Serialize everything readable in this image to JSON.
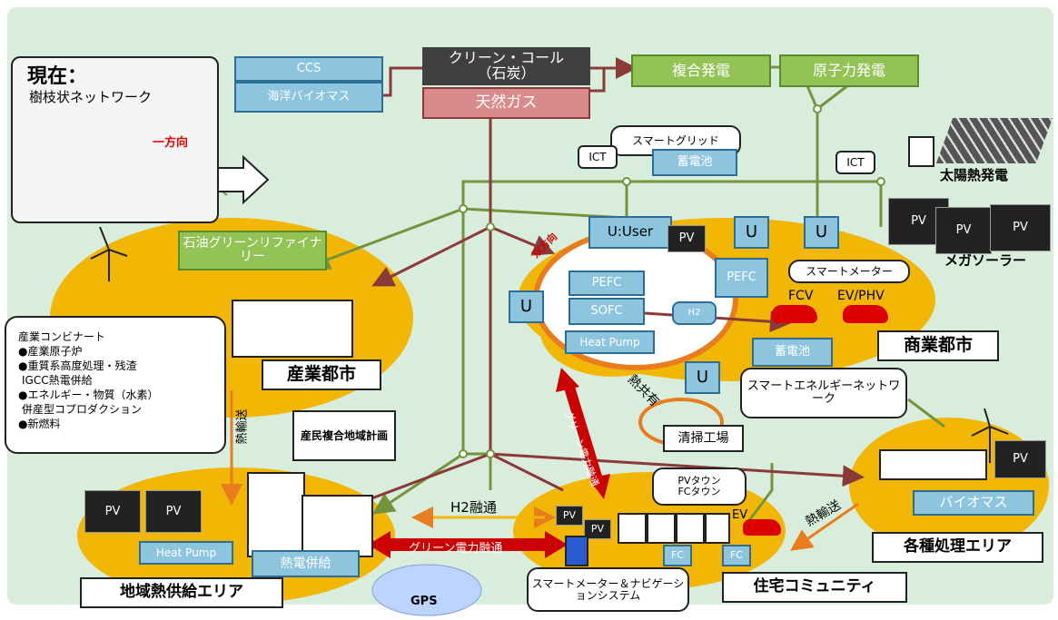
{
  "current": {
    "title": "現在：",
    "subtitle": "樹枝状ネットワーク",
    "direction": "一方向"
  },
  "top": {
    "coal_line1": "クリーン・コール",
    "coal_line2": "（石炭）",
    "gas": "天然ガス",
    "ccs": "CCS",
    "ocean_biomass": "海洋バイオマス",
    "combined": "複合発電",
    "nuclear": "原子力発電"
  },
  "labels": {
    "smart_grid": "スマートグリッド",
    "ict1": "ICT",
    "ict2": "ICT",
    "battery_top": "蓄電池",
    "solar_thermal": "太陽熱発電",
    "mega_solar": "メガソーラー",
    "u_user": "U:User",
    "u": "U",
    "smart_meter": "スマートメーター",
    "bidir": "双方向",
    "pefc": "PEFC",
    "sofc": "SOFC",
    "h2": "H2",
    "pefc2": "PEFC",
    "heat_pump": "Heat Pump",
    "fcv": "FCV",
    "ev_phv": "EV/PHV",
    "battery_c": "蓄電池",
    "commercial": "商業都市",
    "smart_energy": "スマートエネルギーネットワーク",
    "heat_share": "熱共有",
    "clean_plant": "清掃工場",
    "green_power_v": "グリーン電力融通",
    "oil_refinery": "石油グリーンリファイナリー",
    "industrial": "産業都市",
    "kombinat": "産業コンビナート",
    "b1": "●産業原子炉",
    "b2": "●重質系高度処理・残渣",
    "b2b": "IGCC熱電併給",
    "b3": "●エネルギー・物質（水素）",
    "b3b": "併産型コプロダクション",
    "b4": "●新燃料",
    "plan": "産民複合地域計画",
    "heat_transport": "熱輸送",
    "pv": "PV",
    "heat_pump2": "Heat Pump",
    "cogen": "熱電併給",
    "district": "地域熱供給エリア",
    "h2_exchange": "H2融通",
    "green_power": "グリーン電力融通",
    "gps": "GPS",
    "pv_town": "PVタウン",
    "fc_town": "FCタウン",
    "ev": "EV",
    "fc": "FC",
    "smart_meter_nav": "スマートメーター＆ナビゲーションシステム",
    "housing": "住宅コミュニティ",
    "heat_transport2": "熱輸送",
    "biomass": "バイオマス",
    "processing": "各種処理エリア"
  },
  "colors": {
    "green_line": "#77923c",
    "red_line": "#8b3a3a",
    "orange": "#f2b705",
    "bg": "#d9eddc"
  }
}
